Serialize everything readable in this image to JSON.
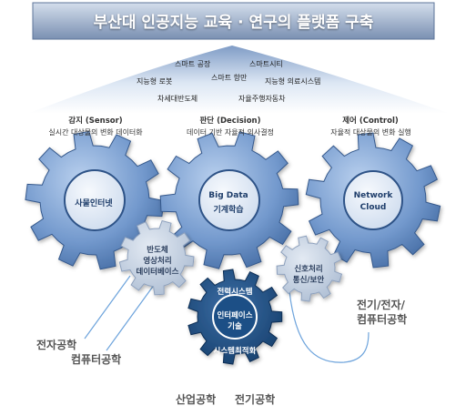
{
  "banner": {
    "title": "부산대 인공지능 교육 · 연구의 플랫폼 구축"
  },
  "applications": [
    "스마트 공장",
    "스마트시티",
    "지능형 로봇",
    "스마트 항만",
    "지능형 의료시스템",
    "차세대반도체",
    "자율주행자동차"
  ],
  "gears": {
    "sensor": {
      "heading": "감지 (Sensor)",
      "subtitle": "실시간 대상물의 변화 데이터화",
      "center": "사물인터넷"
    },
    "decision": {
      "heading": "판단 (Decision)",
      "subtitle": "데이터 기반 자율적 의사결정",
      "center_line1": "Big Data",
      "center_line2": "기계학습"
    },
    "control": {
      "heading": "제어 (Control)",
      "subtitle": "자율적 대상물의 변화 실행",
      "center_line1": "Network",
      "center_line2": "Cloud"
    }
  },
  "small_gears": {
    "semiconductor": {
      "line1": "반도체",
      "line2": "영상처리",
      "line3": "데이터베이스"
    },
    "signal": {
      "line1": "신호처리",
      "line2": "통신/보안"
    },
    "power": {
      "top": "전력시스템",
      "center_line1": "인터페이스",
      "center_line2": "기술",
      "bottom": "시스템최적화"
    }
  },
  "departments": {
    "electronics": "전자공학",
    "computer": "컴퓨터공학",
    "eee_line1": "전기/전자/",
    "eee_line2": "컴퓨터공학",
    "industrial": "산업공학",
    "electrical": "전기공학"
  },
  "colors": {
    "banner_top": "#c9d6e7",
    "banner_bottom": "#7d93b5",
    "banner_text": "#ffffff",
    "gear_light": "#a9c3e6",
    "gear_mid": "#6f95c9",
    "gear_dark": "#3f679f",
    "small_gear": "#c3d0e1",
    "navy_gear": "#1c4a7c",
    "link_line": "#6ea4dc",
    "dept_text": "#555555",
    "heading_text": "#333333"
  }
}
